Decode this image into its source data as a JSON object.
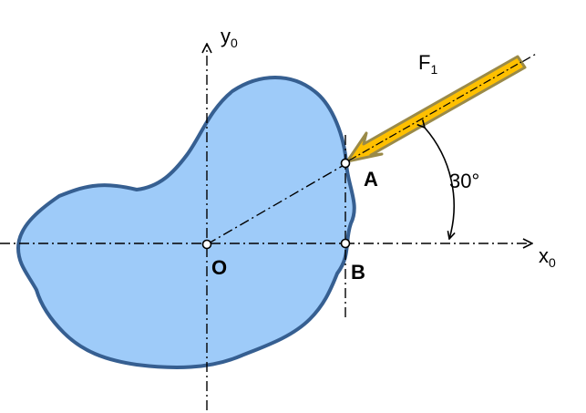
{
  "axes": {
    "x": {
      "base": "x",
      "sub": "0"
    },
    "y": {
      "base": "y",
      "sub": "0"
    }
  },
  "points": {
    "O": "O",
    "A": "A",
    "B": "B"
  },
  "force": {
    "base": "F",
    "sub": "1"
  },
  "angle": {
    "label": "30°",
    "value_deg": 30
  },
  "colors": {
    "body_fill": "#9ecbf9",
    "body_stroke": "#365f91",
    "arrow_fill": "#ffc000",
    "arrow_stroke": "#9a8a48",
    "line": "#000000"
  }
}
